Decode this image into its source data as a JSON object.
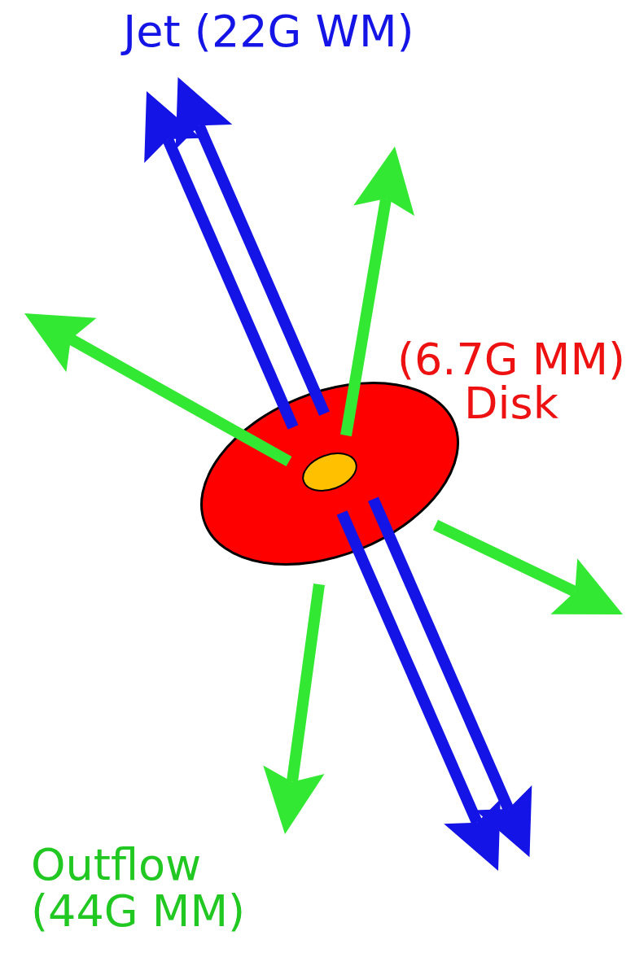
{
  "diagram": {
    "labels": [
      "Jet (22G WM)",
      "(6.7G MM) Disk",
      "Outflow (44G MM)"
    ]
  }
}
